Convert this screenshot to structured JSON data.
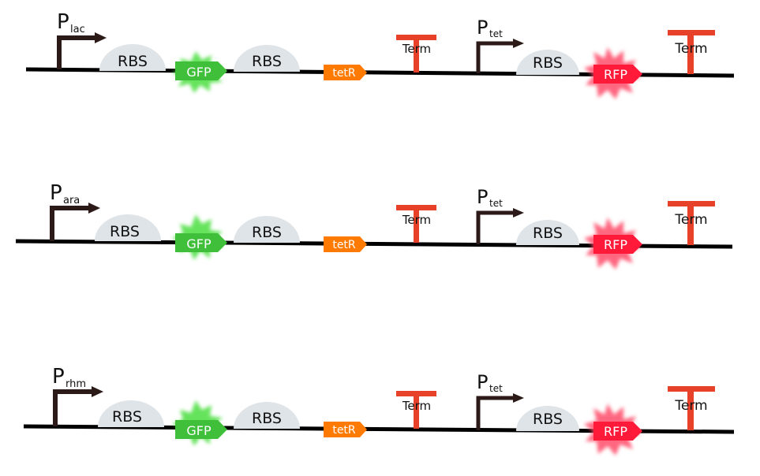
{
  "colors": {
    "backbone": "#000000",
    "promoter": "#2b1a17",
    "rbs_fill": "#dfe4e8",
    "gfp": "#3fbf3a",
    "gfp_glow": "#55e04a",
    "tetr": "#ff7a00",
    "rfp": "#ff1a3a",
    "rfp_glow": "#ff4d6a",
    "terminator": "#e8412a",
    "label_dark": "#111111",
    "label_light": "#ffffff"
  },
  "constructs": [
    {
      "promoter_main": "P",
      "promoter_sub": "lac",
      "rbs1": "RBS",
      "gfp": "GFP",
      "rbs2": "RBS",
      "tetr": "tetR",
      "term1": "Term",
      "promoter2_main": "P",
      "promoter2_sub": "tet",
      "rbs3": "RBS",
      "rfp": "RFP",
      "term2": "Term"
    },
    {
      "promoter_main": "P",
      "promoter_sub": "ara",
      "rbs1": "RBS",
      "gfp": "GFP",
      "rbs2": "RBS",
      "tetr": "tetR",
      "term1": "Term",
      "promoter2_main": "P",
      "promoter2_sub": "tet",
      "rbs3": "RBS",
      "rfp": "RFP",
      "term2": "Term"
    },
    {
      "promoter_main": "P",
      "promoter_sub": "rhm",
      "rbs1": "RBS",
      "gfp": "GFP",
      "rbs2": "RBS",
      "tetr": "tetR",
      "term1": "Term",
      "promoter2_main": "P",
      "promoter2_sub": "tet",
      "rbs3": "RBS",
      "rfp": "RFP",
      "term2": "Term"
    }
  ]
}
